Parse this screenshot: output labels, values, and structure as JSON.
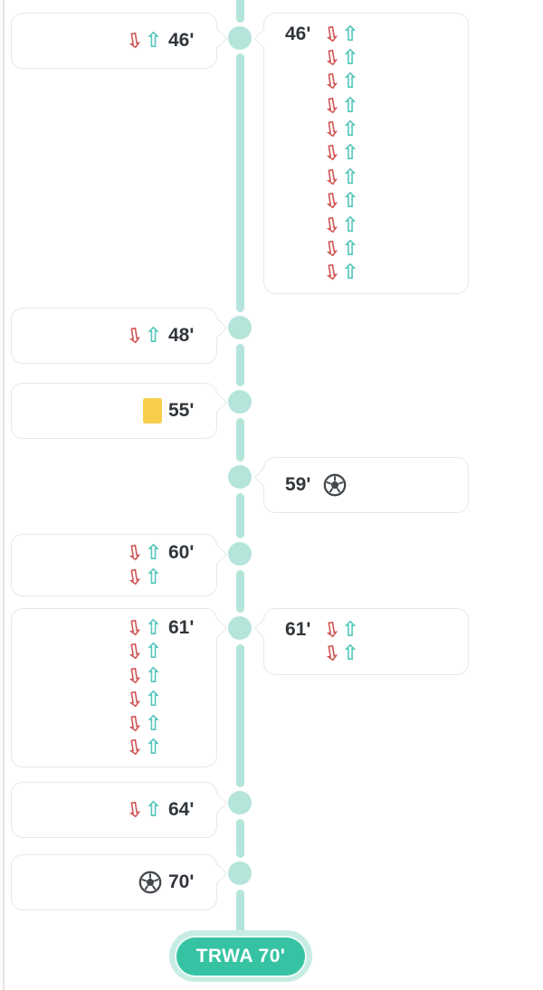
{
  "match_timeline": {
    "status_badge": "TRWA 70'",
    "icons": {
      "sub_out": "⇩",
      "sub_in": "⇧",
      "goal": "soccer-ball-icon",
      "booking": "yellow-card-icon"
    },
    "colors": {
      "timeline": "#b5e5da",
      "badge_fill": "#36c3a3",
      "sub_out_red": "#d05452",
      "sub_in_teal": "#54c7bc",
      "yellow_card": "#f8cf4b",
      "goal_icon": "#43484d",
      "time_text": "#31363b"
    },
    "events": [
      {
        "time": "46'",
        "side": "home",
        "type": "substitutions",
        "count": 1
      },
      {
        "time": "46'",
        "side": "away",
        "type": "substitutions",
        "count": 11
      },
      {
        "time": "48'",
        "side": "home",
        "type": "substitutions",
        "count": 1
      },
      {
        "time": "55'",
        "side": "home",
        "type": "yellow-card"
      },
      {
        "time": "59'",
        "side": "away",
        "type": "goal"
      },
      {
        "time": "60'",
        "side": "home",
        "type": "substitutions",
        "count": 2
      },
      {
        "time": "61'",
        "side": "home",
        "type": "substitutions",
        "count": 6
      },
      {
        "time": "61'",
        "side": "away",
        "type": "substitutions",
        "count": 2
      },
      {
        "time": "64'",
        "side": "home",
        "type": "substitutions",
        "count": 1
      },
      {
        "time": "70'",
        "side": "home",
        "type": "goal"
      }
    ]
  }
}
